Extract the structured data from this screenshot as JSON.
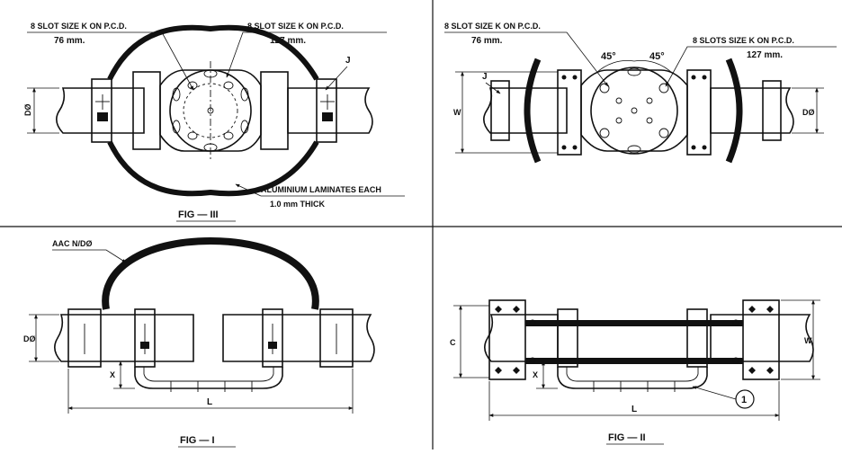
{
  "figures": {
    "fig3": {
      "caption": "FIG — III",
      "note_left_1": "8 SLOT SIZE K ON P.C.D.",
      "note_left_2": "76 mm.",
      "note_right_1": "8 SLOT SIZE K ON P.C.D.",
      "note_right_2": "127 mm.",
      "label_j": "J",
      "label_d": "DØ",
      "note_laminate_1": "ALUMINIUM LAMINATES EACH",
      "note_laminate_2": "1.0 mm THICK"
    },
    "fig1": {
      "caption": "FIG — I",
      "note_conductor": "AAC N/DØ",
      "label_d": "DØ",
      "label_x": "X",
      "label_l": "L"
    },
    "fig4": {
      "note_left_1": "8 SLOT SIZE K ON P.C.D.",
      "note_left_2": "76 mm.",
      "note_right_1": "8 SLOTS SIZE K ON P.C.D.",
      "note_right_2": "127 mm.",
      "angle_1": "45°",
      "angle_2": "45°",
      "label_j": "J",
      "label_w": "W",
      "label_d": "DØ"
    },
    "fig2": {
      "caption": "FIG — II",
      "label_c": "C",
      "label_x": "X",
      "label_w": "W",
      "label_l": "L",
      "balloon": "1"
    }
  }
}
